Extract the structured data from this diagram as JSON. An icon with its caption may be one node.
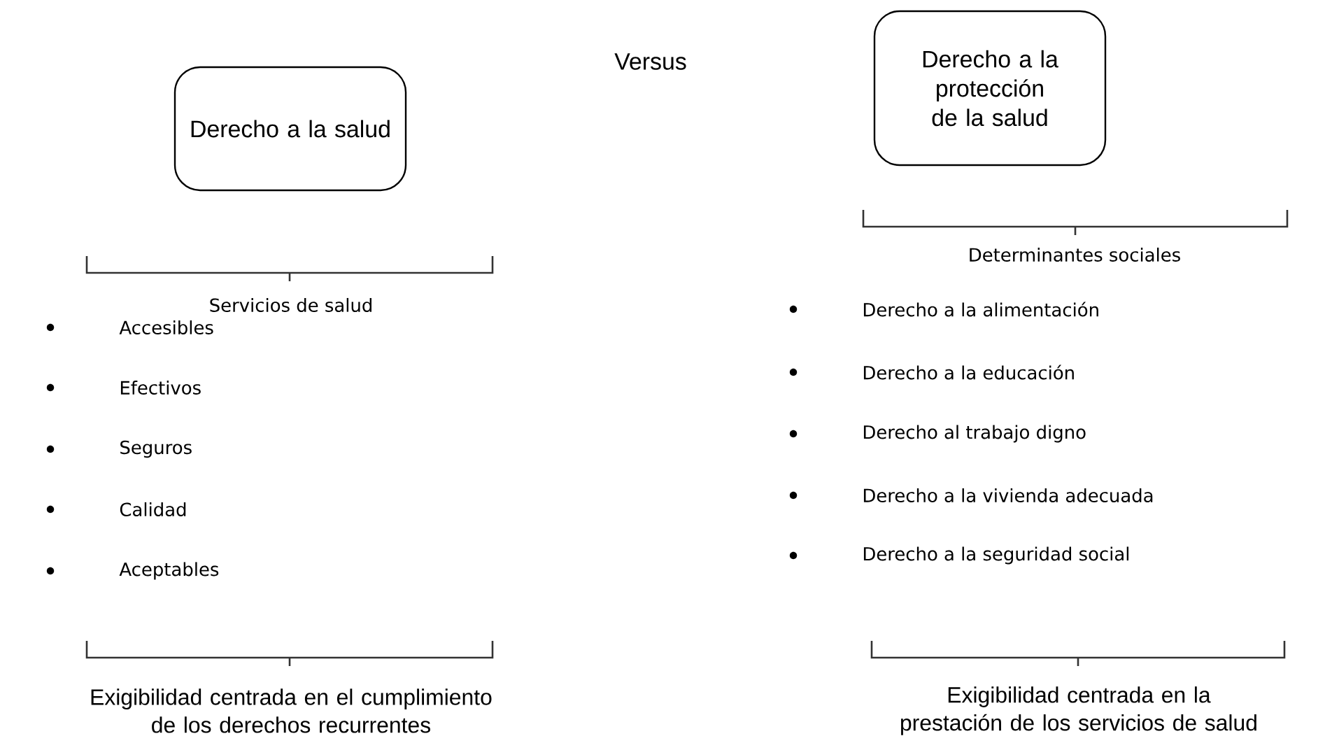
{
  "diagram": {
    "nodes": [
      {
        "text": [
          "Derecho a la salud"
        ]
      },
      {
        "text": [
          "Derecho a la protección de la salud"
        ]
      }
    ],
    "edges": [],
    "labels": [
      "Versus",
      "Servicios de salud",
      "Accesibles",
      "Efectivos",
      "Seguros",
      "Calidad",
      "Aceptables",
      "Exigibilidad centrada en el cumplimiento de los derechos recurrentes",
      "Determinantes sociales",
      "Derecho a la alimentación",
      "Derecho a la educación",
      "Derecho al trabajo digno",
      "Derecho a la vivienda adecuada",
      "Derecho a la seguridad social",
      "Exigibilidad centrada en la prestación de los servicios de salud"
    ]
  }
}
